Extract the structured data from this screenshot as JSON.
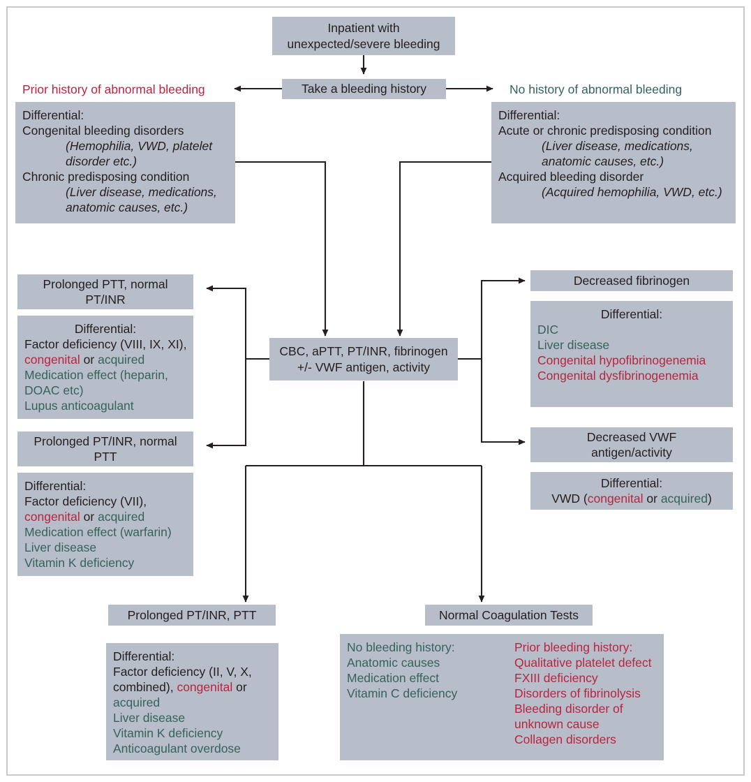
{
  "meta": {
    "title": "Evaluation of the inpatient with unexpected or severe bleeding",
    "colors": {
      "box_fill": "#b8bdca",
      "text_black": "#231f20",
      "text_red": "#b8253f",
      "text_green": "#35635a",
      "frame": "#c9c9c9",
      "connector": "#231f20"
    }
  },
  "nodes": {
    "start": {
      "line1": "Inpatient with",
      "line2": "unexpected/severe bleeding"
    },
    "history": {
      "label": "Take a bleeding history"
    },
    "left_branch_label": "Prior history of abnormal bleeding",
    "right_branch_label": "No history of abnormal bleeding",
    "left_differential": {
      "heading": "Differential:",
      "item1": "Congenital bleeding disorders",
      "item1_detail_a": "(Hemophilia, VWD, platelet",
      "item1_detail_b": "disorder etc.)",
      "item2": "Chronic predisposing condition",
      "item2_detail_a": "(Liver disease, medications,",
      "item2_detail_b": "anatomic causes, etc.)"
    },
    "right_differential": {
      "heading": "Differential:",
      "item1": "Acute or chronic predisposing condition",
      "item1_detail_a": "(Liver disease, medications,",
      "item1_detail_b": "anatomic causes, etc.)",
      "item2": "Acquired bleeding disorder",
      "item2_detail_a": "(Acquired hemophilia, VWD, etc.)"
    },
    "workup": {
      "line1": "CBC, aPTT, PT/INR, fibrinogen",
      "line2": "+/- VWF antigen, activity"
    },
    "prolonged_ptt": {
      "line1": "Prolonged PTT, normal",
      "line2": "PT/INR"
    },
    "prolonged_ptt_diff": {
      "heading": "Differential:",
      "l1_a": "Factor deficiency (VIII, IX, XI),",
      "l2_a": "congenital",
      "l2_b": " or ",
      "l2_c": "acquired",
      "l3": "Medication effect (heparin,",
      "l4": "DOAC etc)",
      "l5": "Lupus anticoagulant"
    },
    "prolonged_pt": {
      "line1": "Prolonged PT/INR, normal",
      "line2": "PTT"
    },
    "prolonged_pt_diff": {
      "heading": "Differential:",
      "l1": "Factor deficiency (VII),",
      "l2_a": "congenital",
      "l2_b": " or ",
      "l2_c": "acquired",
      "l3": "Medication effect (warfarin)",
      "l4": "Liver disease",
      "l5": "Vitamin K deficiency"
    },
    "decreased_fibrinogen": {
      "label": "Decreased fibrinogen"
    },
    "decreased_fibrinogen_diff": {
      "heading": "Differential:",
      "l1": "DIC",
      "l2": "Liver disease",
      "l3": "Congenital hypofibrinogenemia",
      "l4": "Congenital dysfibrinogenemia"
    },
    "decreased_vwf": {
      "line1": "Decreased VWF",
      "line2": "antigen/activity"
    },
    "decreased_vwf_diff": {
      "heading": "Differential:",
      "l1_a": "VWD (",
      "l1_b": "congenital",
      "l1_c": " or ",
      "l1_d": "acquired",
      "l1_e": ")"
    },
    "prolonged_both": {
      "label": "Prolonged PT/INR, PTT"
    },
    "prolonged_both_diff": {
      "heading": "Differential:",
      "l1": "Factor deficiency (II, V, X,",
      "l2_a": "combined), ",
      "l2_b": "congenital",
      "l2_c": " or",
      "l3": "acquired",
      "l4": "Liver disease",
      "l5": "Vitamin K deficiency",
      "l6": "Anticoagulant overdose"
    },
    "normal_coag": {
      "label": "Normal Coagulation Tests"
    },
    "normal_coag_diff": {
      "col_left": {
        "heading": "No bleeding history:",
        "l1": "Anatomic causes",
        "l2": "Medication effect",
        "l3": "Vitamin C deficiency"
      },
      "col_right": {
        "heading": "Prior bleeding history:",
        "l1": "Qualitative platelet defect",
        "l2": "FXIII deficiency",
        "l3": "Disorders of fibrinolysis",
        "l4_a": "Bleeding disorder of",
        "l4_b": "unknown cause",
        "l5": "Collagen disorders"
      }
    }
  }
}
